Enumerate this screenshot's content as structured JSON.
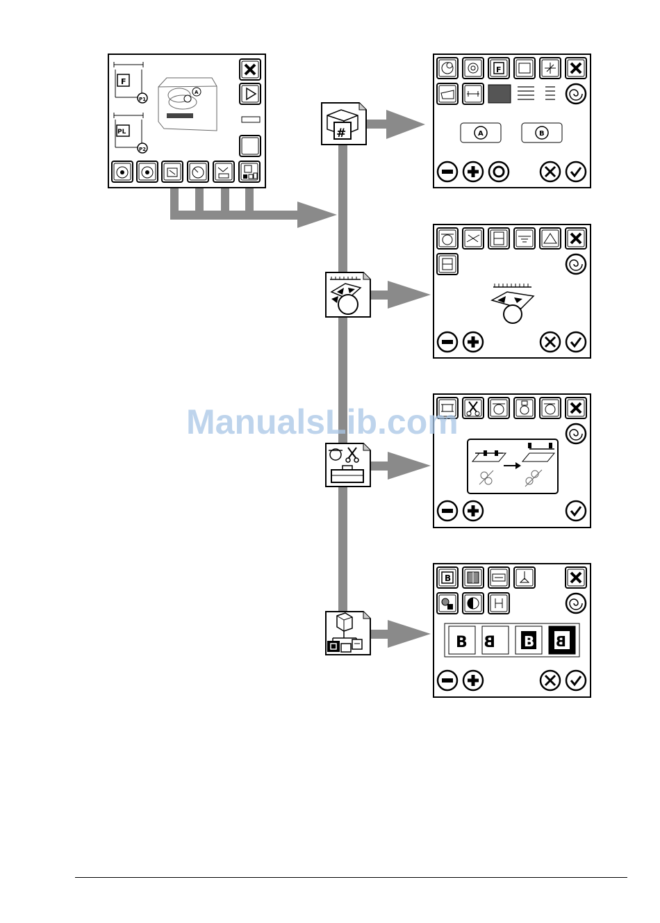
{
  "main_screen": {
    "program_label_1": "F",
    "program_label_2": "PL",
    "badge_1": "P1",
    "badge_2": "P2",
    "cloth_letter": "A"
  },
  "icons": {
    "hash_symbol": "#"
  },
  "screen_1": {
    "f_label": "F",
    "option_a": "A",
    "option_b": "B"
  },
  "screen_4": {
    "b_icon": "B",
    "samples": [
      "B",
      "B",
      "B",
      "B"
    ]
  },
  "watermark": "ManualsLib.com",
  "colors": {
    "connector": "#8a8a8a",
    "screen_border": "#000000",
    "button_fill": "#ffffff",
    "watermark": "#a9c6e6"
  }
}
